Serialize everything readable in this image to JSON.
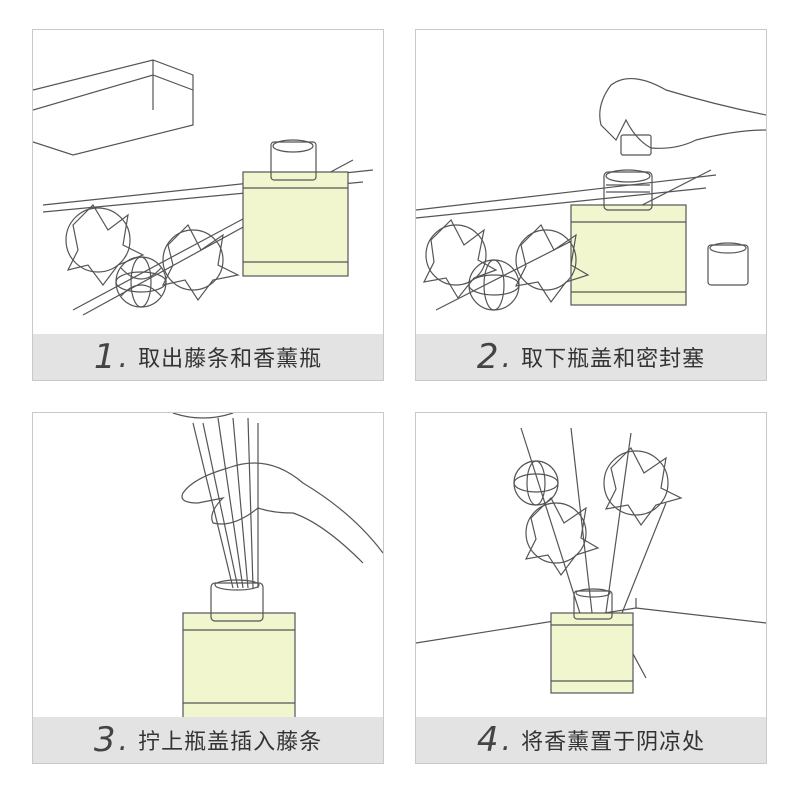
{
  "steps": [
    {
      "number": "1",
      "label": "取出藤条和香薰瓶"
    },
    {
      "number": "2",
      "label": "取下瓶盖和密封塞"
    },
    {
      "number": "3",
      "label": "拧上瓶盖插入藤条"
    },
    {
      "number": "4",
      "label": "将香薰置于阴凉处"
    }
  ],
  "colors": {
    "liquid": "#f1f6cf",
    "caption_bg": "#e3e3e3",
    "line": "#555555"
  }
}
